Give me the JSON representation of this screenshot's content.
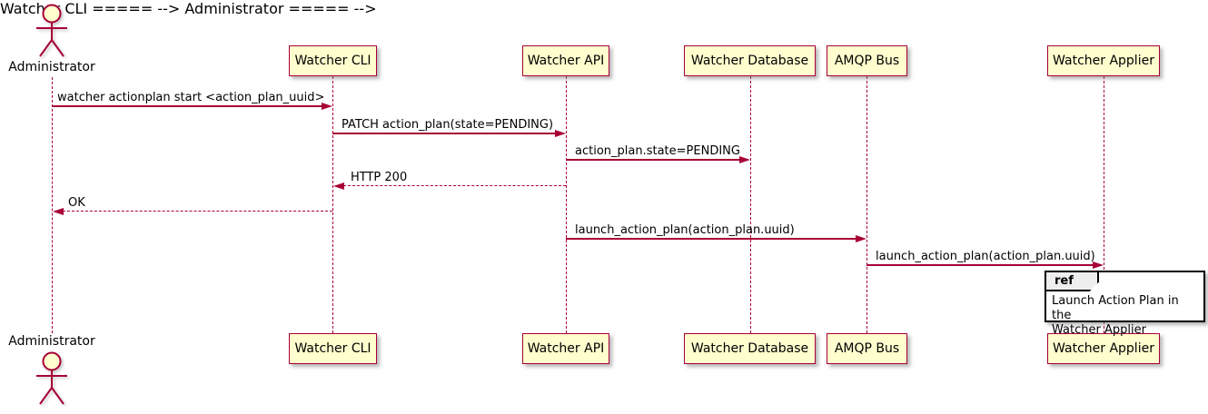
{
  "diagram": {
    "type": "sequence",
    "actor": {
      "name": "Administrator"
    },
    "participants": [
      {
        "name": "Watcher CLI"
      },
      {
        "name": "Watcher API"
      },
      {
        "name": "Watcher Database"
      },
      {
        "name": "AMQP Bus"
      },
      {
        "name": "Watcher Applier"
      }
    ],
    "messages": [
      {
        "from": "Administrator",
        "to": "Watcher CLI",
        "label": "watcher actionplan start <action_plan_uuid>",
        "style": "solid",
        "direction": "right"
      },
      {
        "from": "Watcher CLI",
        "to": "Watcher API",
        "label": "PATCH action_plan(state=PENDING)",
        "style": "solid",
        "direction": "right"
      },
      {
        "from": "Watcher API",
        "to": "Watcher Database",
        "label": "action_plan.state=PENDING",
        "style": "solid",
        "direction": "right"
      },
      {
        "from": "Watcher API",
        "to": "Watcher CLI",
        "label": "HTTP 200",
        "style": "dashed",
        "direction": "left"
      },
      {
        "from": "Watcher CLI",
        "to": "Administrator",
        "label": "OK",
        "style": "dashed",
        "direction": "left"
      },
      {
        "from": "Watcher API",
        "to": "AMQP Bus",
        "label": "launch_action_plan(action_plan.uuid)",
        "style": "solid",
        "direction": "right"
      },
      {
        "from": "AMQP Bus",
        "to": "Watcher Applier",
        "label": "launch_action_plan(action_plan.uuid)",
        "style": "solid",
        "direction": "right"
      }
    ],
    "ref": {
      "keyword": "ref",
      "line1": "Launch Action Plan in the",
      "line2": "Watcher Applier"
    },
    "colors": {
      "participant_fill": "#FEFECE",
      "participant_border": "#A80036",
      "line": "#A80036",
      "text": "#000000",
      "ref_border": "#000000",
      "ref_header_fill": "#EEEEEE",
      "background": "#FFFFFF"
    }
  }
}
